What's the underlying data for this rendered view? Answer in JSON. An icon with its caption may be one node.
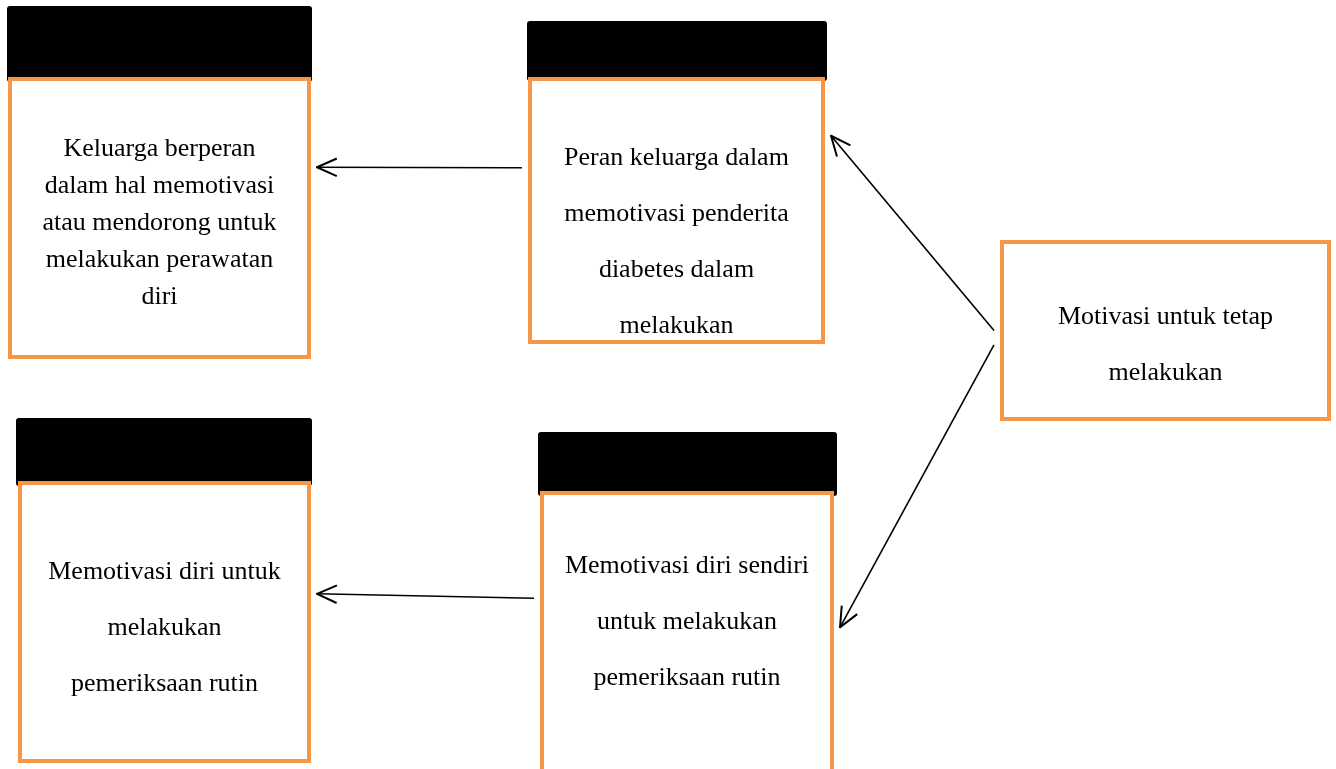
{
  "diagram": {
    "nodes": [
      {
        "text": [
          "Keluarga berperan dalam hal memotivasi atau mendorong untuk melakukan perawatan diri"
        ]
      },
      {
        "text": [
          "Peran keluarga dalam memotivasi penderita diabetes dalam melakukan"
        ]
      },
      {
        "text": [
          "Motivasi untuk tetap melakukan"
        ]
      },
      {
        "text": [
          "Memotivasi diri untuk melakukan pemeriksaan rutin"
        ]
      },
      {
        "text": [
          "Memotivasi diri sendiri untuk melakukan pemeriksaan rutin"
        ]
      }
    ],
    "edges": [
      {
        "from": 1,
        "to": 0,
        "arrow": "to"
      },
      {
        "from": 2,
        "to": 1,
        "arrow": "to"
      },
      {
        "from": 2,
        "to": 4,
        "arrow": "to"
      },
      {
        "from": 4,
        "to": 3,
        "arrow": "to"
      }
    ]
  }
}
